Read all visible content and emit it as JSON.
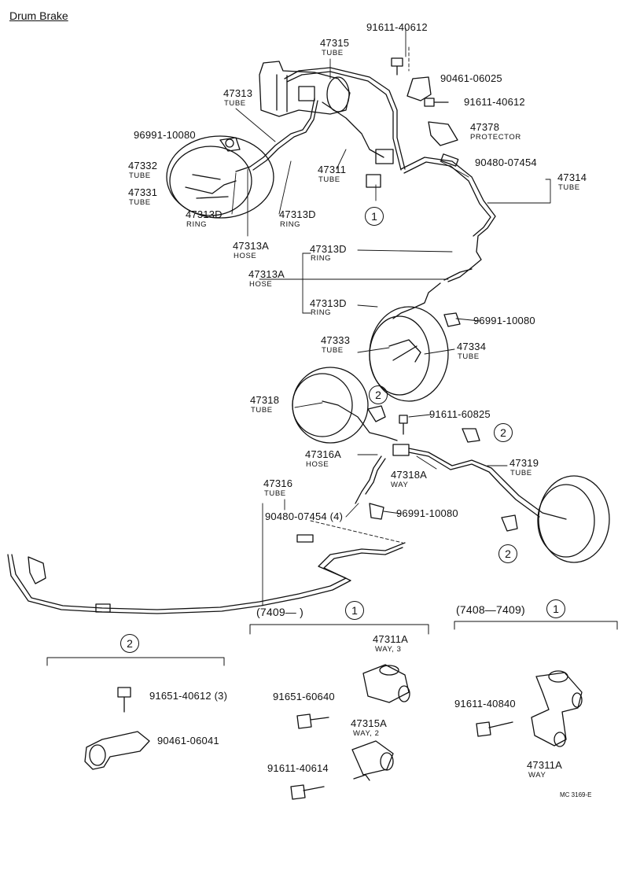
{
  "title": "Drum Brake",
  "footer_code": "MC 3169-E",
  "parts": {
    "p47315": {
      "num": "47315",
      "name": "TUBE"
    },
    "p47313": {
      "num": "47313",
      "name": "TUBE"
    },
    "p47311": {
      "num": "47311",
      "name": "TUBE"
    },
    "p47314": {
      "num": "47314",
      "name": "TUBE"
    },
    "p47332": {
      "num": "47332",
      "name": "TUBE"
    },
    "p47331": {
      "num": "47331",
      "name": "TUBE"
    },
    "p47313D_a": {
      "num": "47313D",
      "name": "RING"
    },
    "p47313D_b": {
      "num": "47313D",
      "name": "RING"
    },
    "p47313A_a": {
      "num": "47313A",
      "name": "HOSE"
    },
    "p47313D_c": {
      "num": "47313D",
      "name": "RING"
    },
    "p47313A_b": {
      "num": "47313A",
      "name": "HOSE"
    },
    "p47313D_d": {
      "num": "47313D",
      "name": "RING"
    },
    "p47378": {
      "num": "47378",
      "name": "PROTECTOR"
    },
    "p47333": {
      "num": "47333",
      "name": "TUBE"
    },
    "p47334": {
      "num": "47334",
      "name": "TUBE"
    },
    "p47318": {
      "num": "47318",
      "name": "TUBE"
    },
    "p47316A": {
      "num": "47316A",
      "name": "HOSE"
    },
    "p47318A": {
      "num": "47318A",
      "name": "WAY"
    },
    "p47319": {
      "num": "47319",
      "name": "TUBE"
    },
    "p47316": {
      "num": "47316",
      "name": "TUBE"
    },
    "p47311A_a": {
      "num": "47311A",
      "name": "WAY, 3"
    },
    "p47315A": {
      "num": "47315A",
      "name": "WAY, 2"
    },
    "p47311A_b": {
      "num": "47311A",
      "name": "WAY"
    }
  },
  "numbers": {
    "n1": "91611-40612",
    "n2": "90461-06025",
    "n3": "91611-40612",
    "n4": "96991-10080",
    "n5": "90480-07454",
    "n6": "96991-10080",
    "n7": "91611-60825",
    "n8": "90480-07454  (4)",
    "n9": "96991-10080",
    "n10": "91651-40612 (3)",
    "n11": "90461-06041",
    "n12": "91651-60640",
    "n13": "91611-40614",
    "n14": "91611-40840"
  },
  "circles": {
    "c1": "1",
    "c2": "2"
  },
  "sections": {
    "s1_label": "(7409—          )",
    "s2_label": "(7408—7409)"
  }
}
